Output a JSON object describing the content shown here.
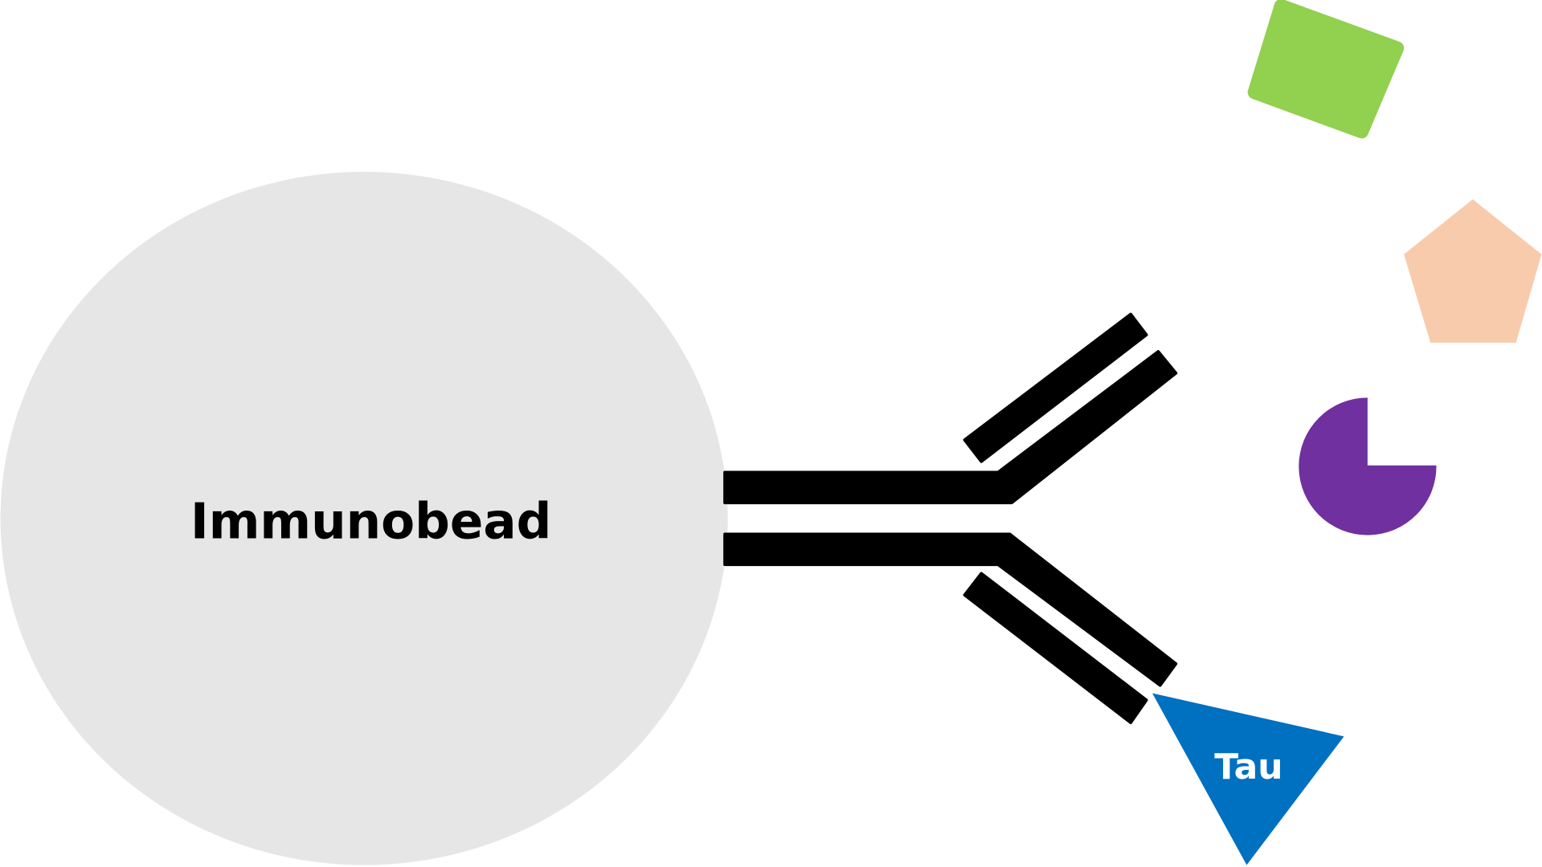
{
  "bead": {
    "label": "Immunobead",
    "color": "#e6e6e6"
  },
  "antibody": {
    "color": "#000000"
  },
  "antigen": {
    "label": "Tau",
    "color": "#0070c0",
    "text_color": "#ffffff"
  },
  "other_molecules": [
    {
      "shape": "rounded-square",
      "color": "#92d050"
    },
    {
      "shape": "pentagon",
      "color": "#f8cbad"
    },
    {
      "shape": "pacman",
      "color": "#7030a0"
    }
  ]
}
